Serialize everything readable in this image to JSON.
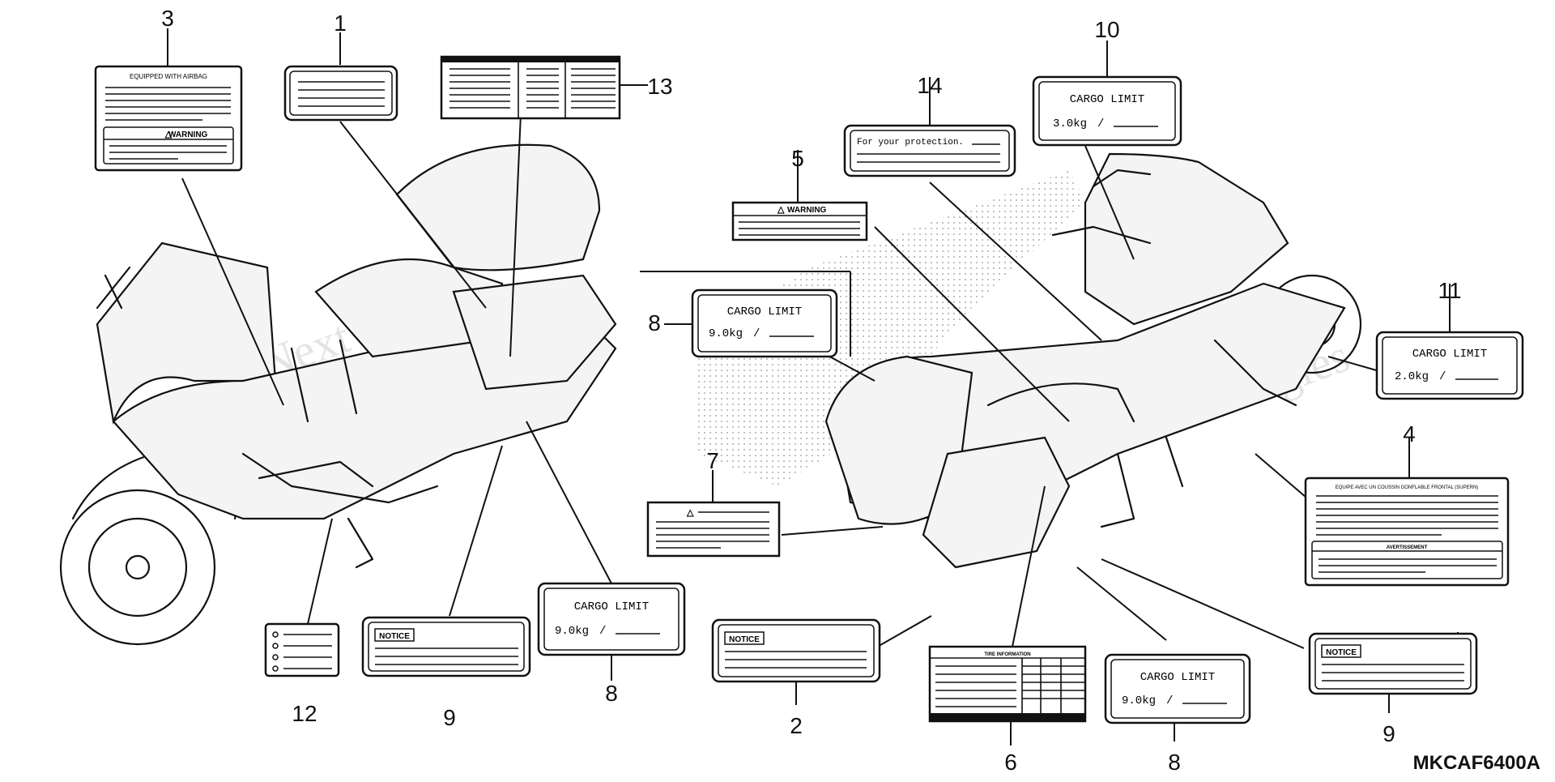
{
  "diagram_code": "MKCAF6400A",
  "watermark": [
    "Next",
    "Technologies"
  ],
  "labels": {
    "cargo_title": "CARGO LIMIT",
    "cargo_9": "9.0kg",
    "cargo_3": "3.0kg",
    "cargo_2": "2.0kg",
    "slash": "/",
    "warning": "WARNING",
    "notice": "NOTICE",
    "protection": "For your protection.",
    "airbag": "EQUIPPED WITH AIRBAG",
    "tire_info": "TIRE INFORMATION",
    "french_title": "EQUIPE AVEC UN COUSSIN GONFLABLE FRONTAL (SUPERN)",
    "french_warning": "AVERTISSEMENT"
  },
  "callouts": [
    "1",
    "2",
    "3",
    "4",
    "5",
    "6",
    "7",
    "8",
    "9",
    "10",
    "11",
    "12",
    "13",
    "14"
  ],
  "icons": [
    "warning-triangle-icon",
    "bullet-dot-icon"
  ]
}
